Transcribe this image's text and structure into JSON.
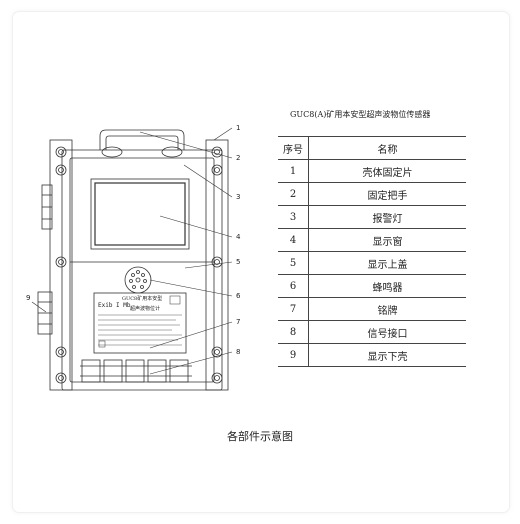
{
  "title": "GUC8(A)矿用本安型超声波物位传感器",
  "table": {
    "headers": [
      "序号",
      "名称"
    ],
    "rows": [
      {
        "no": "1",
        "name": "壳体固定片"
      },
      {
        "no": "2",
        "name": "固定把手"
      },
      {
        "no": "3",
        "name": "报警灯"
      },
      {
        "no": "4",
        "name": "显示窗"
      },
      {
        "no": "5",
        "name": "显示上盖"
      },
      {
        "no": "6",
        "name": "蜂鸣器"
      },
      {
        "no": "7",
        "name": "铭牌"
      },
      {
        "no": "8",
        "name": "信号接口"
      },
      {
        "no": "9",
        "name": "显示下壳"
      }
    ]
  },
  "callouts": [
    "1",
    "2",
    "3",
    "4",
    "5",
    "6",
    "7",
    "8",
    "9"
  ],
  "nameplate": {
    "title": "GUC8矿用本安型",
    "model": "Exib I Mb",
    "subtitle": "超声波物位计"
  },
  "caption": "各部件示意图"
}
